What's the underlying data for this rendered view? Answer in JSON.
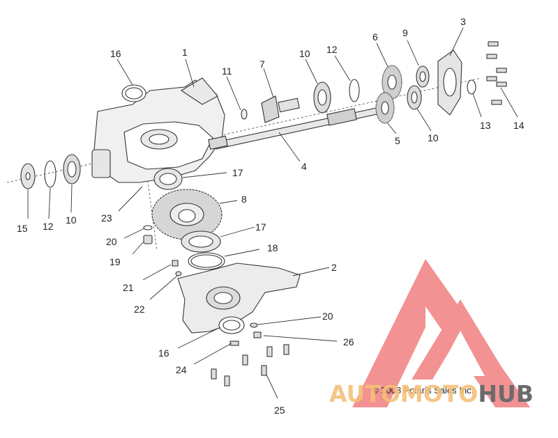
{
  "diagram": {
    "callouts": {
      "c1": "1",
      "c2": "2",
      "c3": "3",
      "c4": "4",
      "c5": "5",
      "c6": "6",
      "c7": "7",
      "c8": "8",
      "c9": "9",
      "c10a": "10",
      "c10b": "10",
      "c10c": "10",
      "c11": "11",
      "c12a": "12",
      "c12b": "12",
      "c13": "13",
      "c14": "14",
      "c15": "15",
      "c16a": "16",
      "c16b": "16",
      "c17a": "17",
      "c17b": "17",
      "c18": "18",
      "c19": "19",
      "c20a": "20",
      "c20b": "20",
      "c21": "21",
      "c22": "22",
      "c23": "23",
      "c24": "24",
      "c25": "25",
      "c26": "26"
    },
    "copyright": "© 2008 Polaris Sales Inc."
  },
  "watermark": {
    "brand_left": "AUTOMOTO",
    "brand_right": "HUB",
    "color_primary": "#f08080",
    "color_accent": "#f5c07a",
    "color_dark": "#6b6b6b"
  }
}
